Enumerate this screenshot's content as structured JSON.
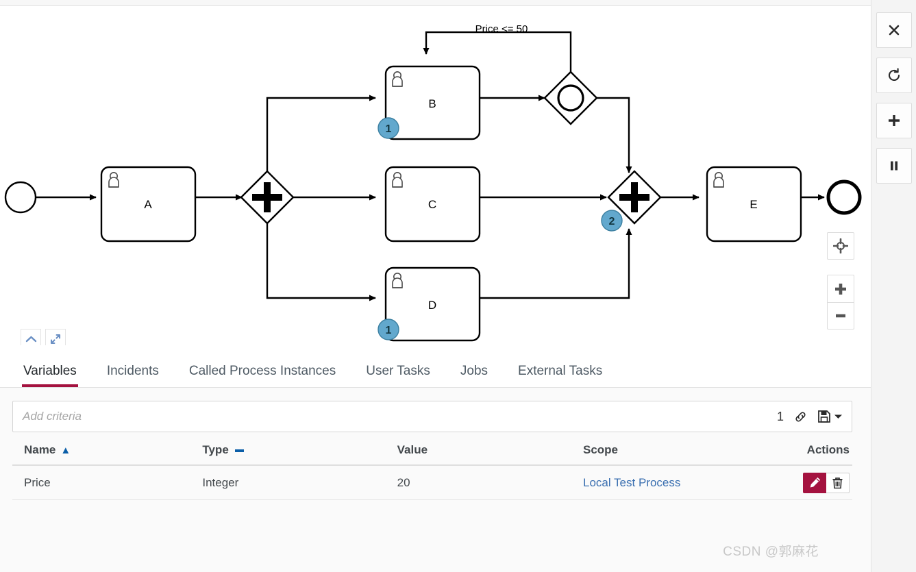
{
  "diagram": {
    "flow_label": "Price <= 50",
    "start_event": {
      "name": "start-event"
    },
    "end_event": {
      "name": "end-event"
    },
    "tasks": [
      {
        "id": "A",
        "label": "A",
        "icon": "user-task-icon",
        "badge": null
      },
      {
        "id": "B",
        "label": "B",
        "icon": "user-task-icon",
        "badge": "1"
      },
      {
        "id": "C",
        "label": "C",
        "icon": "user-task-icon",
        "badge": null
      },
      {
        "id": "D",
        "label": "D",
        "icon": "user-task-icon",
        "badge": "1"
      },
      {
        "id": "E",
        "label": "E",
        "icon": "user-task-icon",
        "badge": null
      }
    ],
    "gateways": [
      {
        "id": "split",
        "type": "parallel-gateway",
        "badge": null
      },
      {
        "id": "event-gw",
        "type": "inclusive-gateway",
        "badge": null
      },
      {
        "id": "join",
        "type": "parallel-gateway",
        "badge": "2"
      }
    ],
    "badge_color": "#62a8cd",
    "badge_border_color": "#3b7fa0"
  },
  "canvas_controls": {
    "collapse_icon": "chevron-up-icon",
    "expand_icon": "expand-arrows-icon",
    "reset_icon": "reset-viewport-icon",
    "zoom_in_icon": "plus-icon",
    "zoom_out_icon": "minus-icon"
  },
  "right_rail": {
    "buttons": [
      {
        "name": "cancel-instance-button",
        "icon": "close-icon"
      },
      {
        "name": "restart-instance-button",
        "icon": "refresh-icon"
      },
      {
        "name": "add-variable-button",
        "icon": "plus-icon"
      },
      {
        "name": "suspend-instance-button",
        "icon": "pause-icon"
      }
    ]
  },
  "tabs": [
    {
      "label": "Variables",
      "active": true
    },
    {
      "label": "Incidents",
      "active": false
    },
    {
      "label": "Called Process Instances",
      "active": false
    },
    {
      "label": "User Tasks",
      "active": false
    },
    {
      "label": "Jobs",
      "active": false
    },
    {
      "label": "External Tasks",
      "active": false
    }
  ],
  "search": {
    "placeholder": "Add criteria",
    "count": "1",
    "link_icon": "link-icon",
    "save_icon": "save-icon",
    "dropdown_icon": "caret-down-icon"
  },
  "table": {
    "columns": [
      {
        "label": "Name",
        "sort": "asc"
      },
      {
        "label": "Type",
        "sort": "none"
      },
      {
        "label": "Value",
        "sort": null
      },
      {
        "label": "Scope",
        "sort": null
      },
      {
        "label": "Actions",
        "sort": null
      }
    ],
    "rows": [
      {
        "name": "Price",
        "type": "Integer",
        "value": "20",
        "scope": "Local Test Process",
        "edit_icon": "pencil-icon",
        "delete_icon": "trash-icon"
      }
    ]
  },
  "accent_colors": {
    "active_tab_underline": "#a4123f",
    "edit_button": "#a4123f",
    "link": "#3a6fb0",
    "sort_marker": "#0b5ea8"
  },
  "watermark": "CSDN @郭麻花"
}
